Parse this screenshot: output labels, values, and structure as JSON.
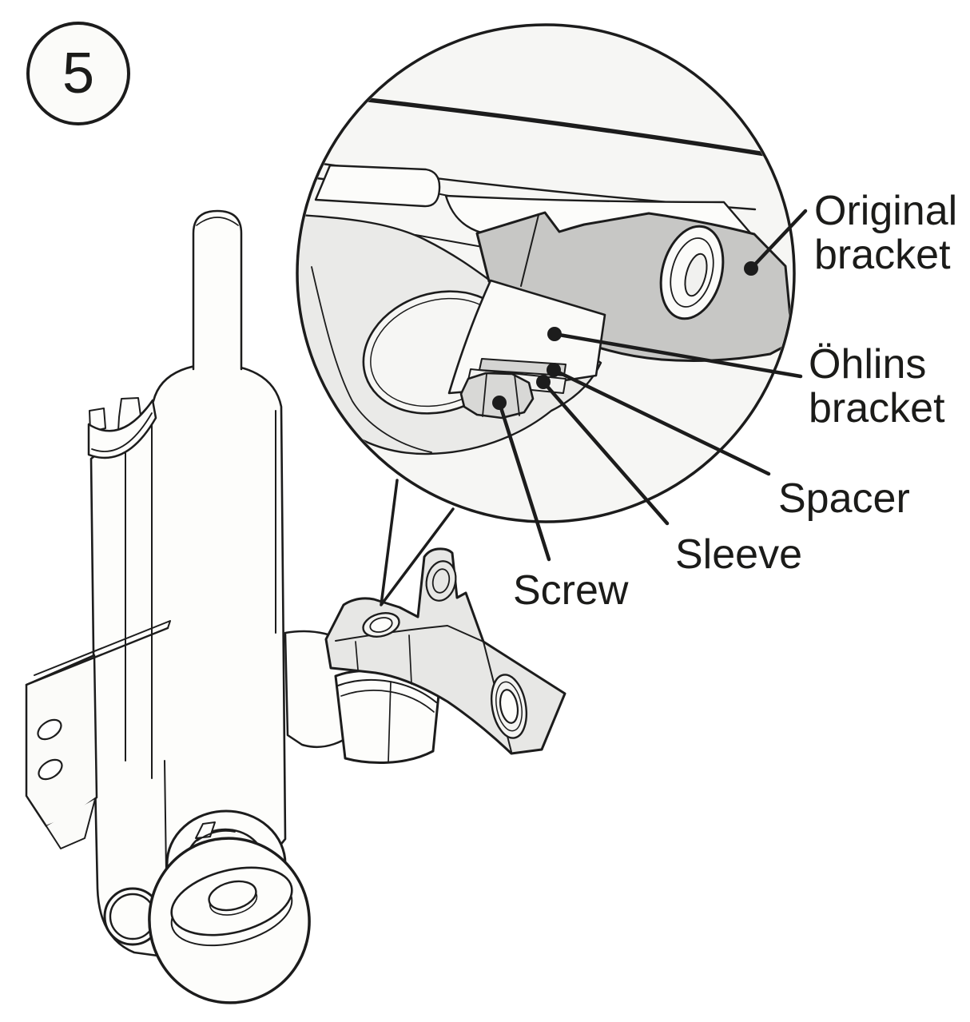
{
  "step": {
    "number": "5"
  },
  "parts": [
    {
      "id": "original-bracket",
      "label_lines": [
        "Original",
        "bracket"
      ]
    },
    {
      "id": "ohlins-bracket",
      "label_lines": [
        "Öhlins",
        "bracket"
      ]
    },
    {
      "id": "spacer",
      "label_lines": [
        "Spacer"
      ]
    },
    {
      "id": "sleeve",
      "label_lines": [
        "Sleeve"
      ]
    },
    {
      "id": "screw",
      "label_lines": [
        "Screw"
      ]
    }
  ],
  "colors": {
    "line": "#1c1c1c",
    "text": "#1b1b19",
    "balloon_fill": "#f6f6f4",
    "original_bracket_fill": "#c7c7c5",
    "ohlins_bracket_fill": "#e7e7e5",
    "magnified_arm_fill": "#eaeae8",
    "screw_fill": "#d8d8d6",
    "spacer_fill": "#d4d4d2",
    "sleeve_fill": "#f2f2f0"
  }
}
